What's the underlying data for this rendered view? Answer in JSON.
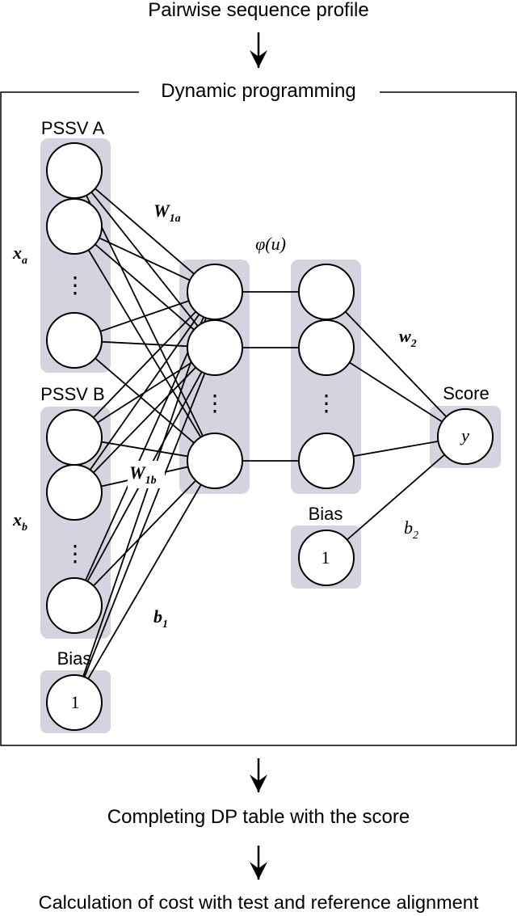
{
  "flow": {
    "top_label": "Pairwise sequence profile",
    "box_label": "Dynamic programming",
    "after_label": "Completing DP table with the score",
    "bottom_label": "Calculation of cost with test and reference alignment"
  },
  "network": {
    "pssv_a_label": "PSSV A",
    "pssv_b_label": "PSSV B",
    "bias_input_label": "Bias",
    "bias_hidden_label": "Bias",
    "score_label": "Score",
    "xa": {
      "main": "x",
      "sub": "a"
    },
    "xb": {
      "main": "x",
      "sub": "b"
    },
    "w1a": {
      "main": "W",
      "sub": "1a"
    },
    "w1b": {
      "main": "W",
      "sub": "1b"
    },
    "b1": {
      "main": "b",
      "sub": "1"
    },
    "w2": {
      "main": "w",
      "sub": "2"
    },
    "b2": {
      "main": "b",
      "sub": "2"
    },
    "phi": "φ(u)",
    "output_symbol": "y",
    "bias_value": "1",
    "ellipsis": "⋮"
  },
  "colors": {
    "group_fill": "#d4d4e0",
    "stroke": "#000000",
    "background": "#ffffff"
  }
}
